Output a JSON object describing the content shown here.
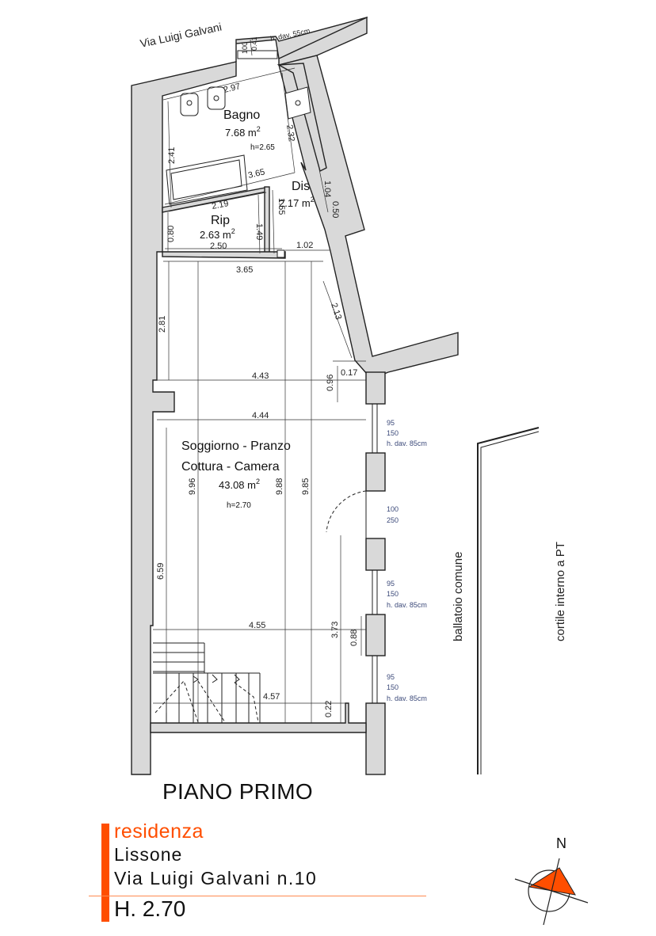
{
  "street": "Via Luigi Galvani",
  "floor_title": "PIANO PRIMO",
  "brand": "residenza",
  "city": "Lissone",
  "address": "Via Luigi Galvani n.10",
  "height": "H. 2.70",
  "compass": "N",
  "labels": {
    "ballatoio": "ballatoio comune",
    "cortile": "cortile interno a PT"
  },
  "rooms": {
    "bagno": {
      "name": "Bagno",
      "area": "7.68 m",
      "sup": "2",
      "h": "h=2.65"
    },
    "dis": {
      "name": "Dis",
      "area": "2.17 m",
      "sup": "2"
    },
    "rip": {
      "name": "Rip",
      "area": "2.63 m",
      "sup": "2"
    },
    "soggiorno": {
      "line1": "Soggiorno - Pranzo",
      "line2": "Cottura - Camera",
      "area": "43.08 m",
      "sup": "2",
      "h": "h=2.70"
    }
  },
  "dims": {
    "d297": "2.97",
    "d232": "2.32",
    "d241": "2.41",
    "d365a": "3.65",
    "d219": "2.19",
    "d080": "0.80",
    "d250": "2.50",
    "d149": "1.49",
    "d155": "1.55",
    "d102": "1.02",
    "d104": "1.04",
    "d050": "0.50",
    "d365b": "3.65",
    "d213": "2.13",
    "d281": "2.81",
    "d443": "4.43",
    "d096": "0.96",
    "d017": "0.17",
    "d444": "4.44",
    "d996": "9.96",
    "d988": "9.88",
    "d985": "9.85",
    "d659": "6.59",
    "d455": "4.55",
    "d373": "3.73",
    "d088": "0.88",
    "d457": "4.57",
    "d022": "0.22",
    "d100top": "100",
    "d041": "0.41"
  },
  "window_notes": {
    "top": "h. dav. 55cm",
    "w1": {
      "a": "95",
      "b": "150",
      "c": "h. dav. 85cm"
    },
    "door": {
      "a": "100",
      "b": "250"
    },
    "w2": {
      "a": "95",
      "b": "150",
      "c": "h. dav. 85cm"
    },
    "w3": {
      "a": "95",
      "b": "150",
      "c": "h. dav. 85cm"
    }
  }
}
